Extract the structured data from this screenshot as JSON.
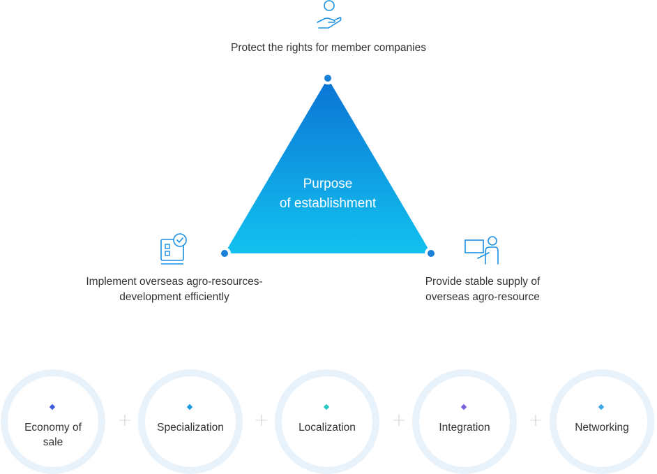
{
  "top": {
    "label": "Protect the rights for member companies",
    "icon": "hand-person-icon"
  },
  "left": {
    "label_line1": "Implement overseas agro-resources-",
    "label_line2": "development efficiently",
    "icon": "checklist-icon"
  },
  "right": {
    "label_line1": "Provide stable supply of",
    "label_line2": "overseas agro-resource",
    "icon": "presenter-icon"
  },
  "center": {
    "line1": "Purpose",
    "line2": "of establishment"
  },
  "colors": {
    "accent": "#1a8fe3",
    "gradient_top": "#0b73d4",
    "gradient_bottom": "#12c2ef",
    "ring": "#e8f2fb"
  },
  "pillars": [
    {
      "line1": "Economy of",
      "line2": "sale",
      "dot": "#3b5bdb"
    },
    {
      "line1": "Specialization",
      "line2": "",
      "dot": "#1c9be0"
    },
    {
      "line1": "Localization",
      "line2": "",
      "dot": "#2cc9c4"
    },
    {
      "line1": "Integration",
      "line2": "",
      "dot": "#7a5fd8"
    },
    {
      "line1": "Networking",
      "line2": "",
      "dot": "#3aa7ea"
    }
  ],
  "plus_sign": "+"
}
